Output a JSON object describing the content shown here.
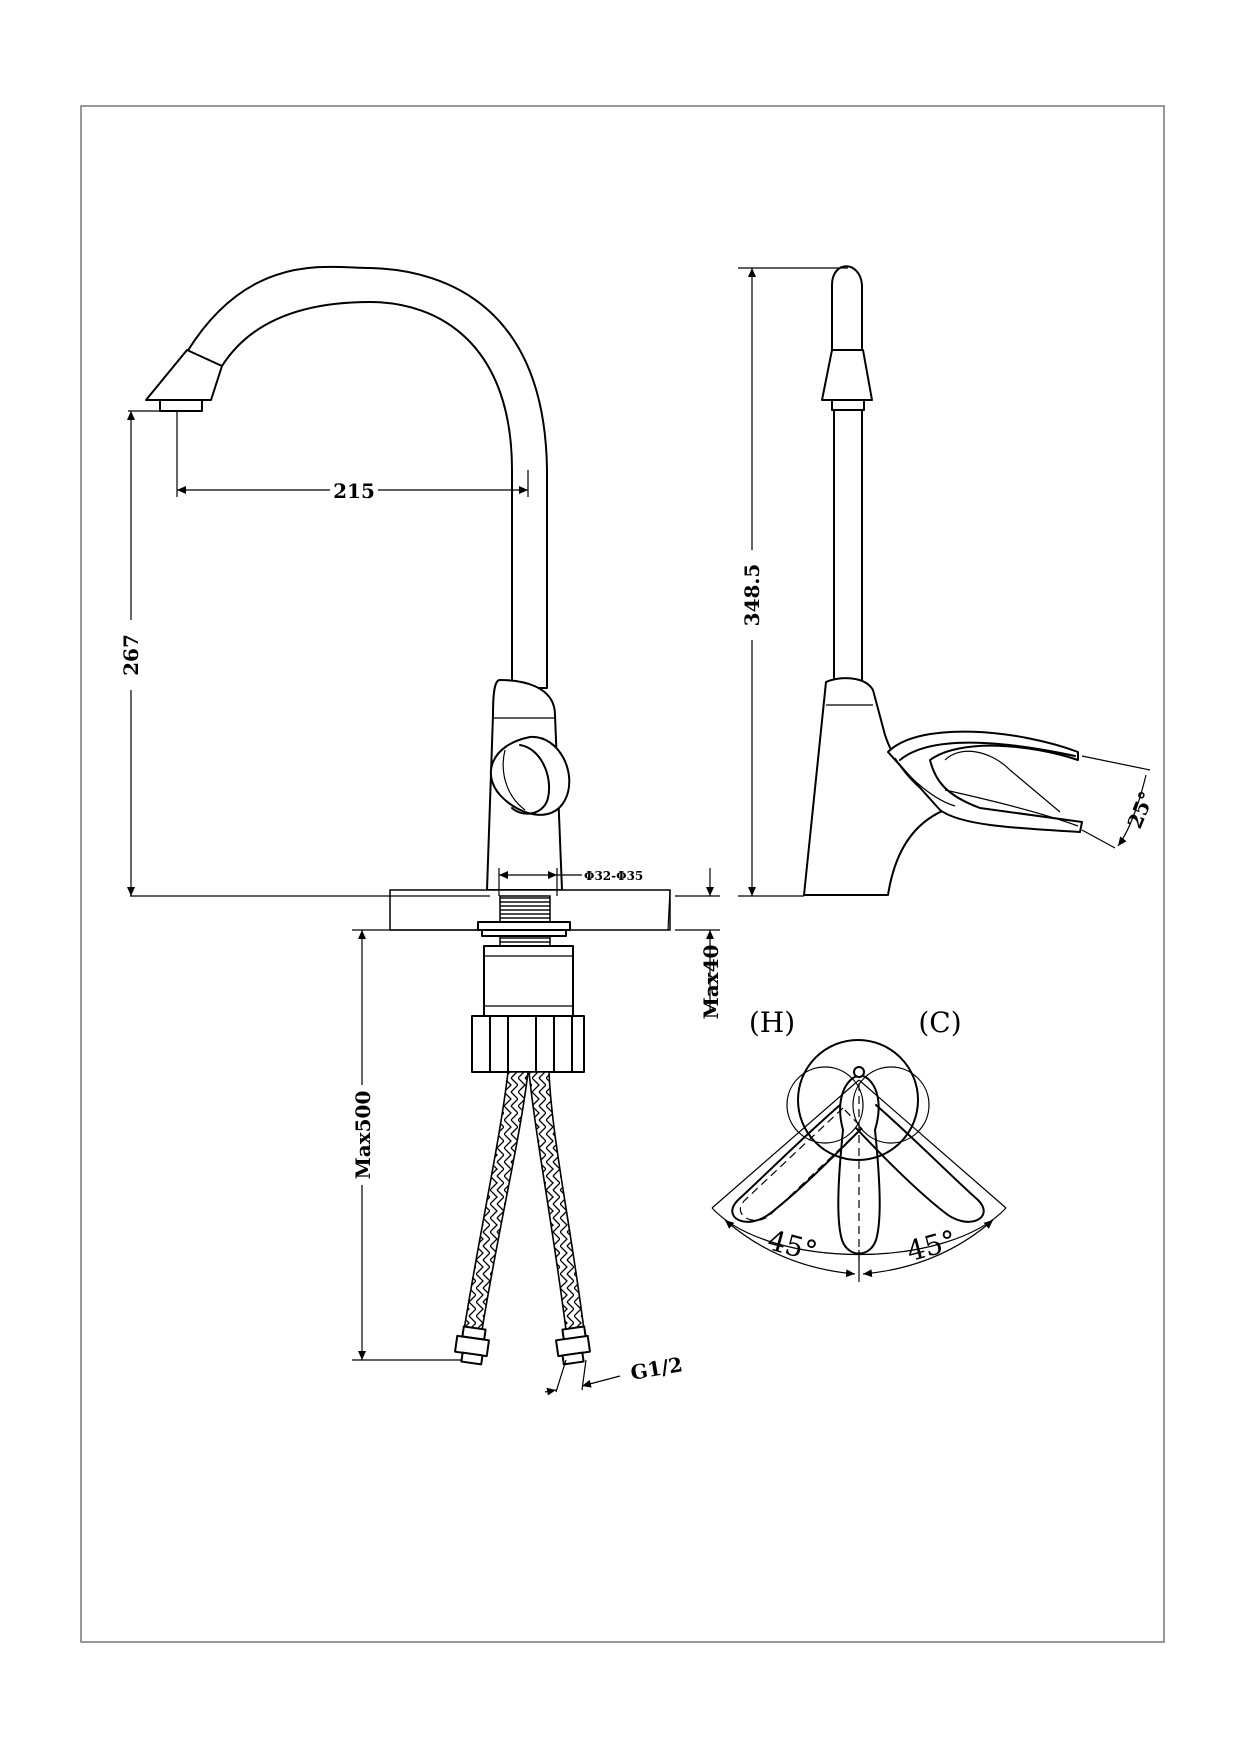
{
  "dimensions": {
    "spout_reach": "215",
    "spout_height": "267",
    "total_height": "348.5",
    "hole_diameter": "Φ32-Φ35",
    "max_deck_thickness": "Max40",
    "max_hose_length": "Max500",
    "connection_thread": "G1/2",
    "handle_tilt_angle": "25°",
    "rotation_left_angle": "45°",
    "rotation_right_angle": "45°"
  },
  "labels": {
    "hot": "(H)",
    "cold": "(C)"
  }
}
